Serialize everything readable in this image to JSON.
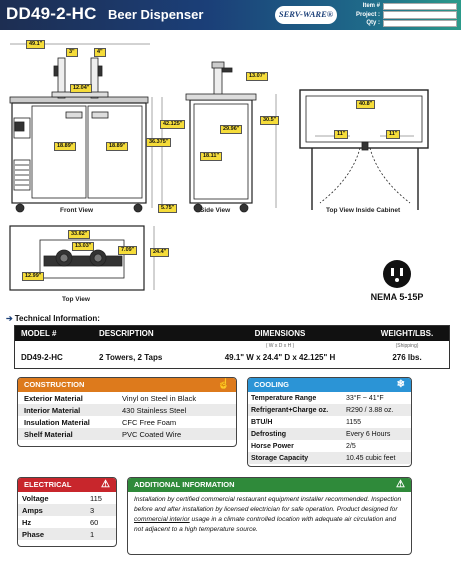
{
  "header": {
    "model": "DD49-2-HC",
    "product": "Beer Dispenser",
    "logo_text": "SERV-WARE®",
    "item_labels": [
      "Item #",
      "Project :",
      "Qty :"
    ]
  },
  "drawings": {
    "front_view": {
      "caption": "Front View",
      "dims": [
        "49.1\"",
        "3\"",
        "4\"",
        "12.04\"",
        "42.125\"",
        "36.375\"",
        "18.89\"",
        "18.89\"",
        "5.75\""
      ]
    },
    "side_view": {
      "caption": "Side View",
      "dims": [
        "13.07\"",
        "29.96\"",
        "18.11\"",
        "30.5\""
      ]
    },
    "top_inside": {
      "caption": "Top View Inside Cabinet",
      "dims": [
        "40.8\"",
        "11\"",
        "11\""
      ]
    },
    "top_view": {
      "caption": "Top View",
      "dims": [
        "33.62\"",
        "13.03\"",
        "12.99\"",
        "7.09\"",
        "24.4\""
      ]
    },
    "nema_label": "NEMA 5-15P"
  },
  "technical": {
    "heading": "Technical Information:",
    "columns": [
      "MODEL #",
      "DESCRIPTION",
      "DIMENSIONS",
      "WEIGHT/LBS."
    ],
    "subheaders": [
      "",
      "",
      "( W x D x H )",
      "(Shipping)"
    ],
    "row": [
      "DD49-2-HC",
      "2 Towers, 2 Taps",
      "49.1\" W x 24.4\" D x 42.125\" H",
      "276 lbs."
    ]
  },
  "construction": {
    "title": "CONSTRUCTION",
    "icon": "hand-icon",
    "rows": [
      {
        "k": "Exterior Material",
        "v": "Vinyl on Steel in Black"
      },
      {
        "k": "Interior Material",
        "v": "430 Stainless Steel"
      },
      {
        "k": "Insulation Material",
        "v": "CFC Free Foam"
      },
      {
        "k": "Shelf Material",
        "v": "PVC Coated Wire"
      }
    ]
  },
  "cooling": {
    "title": "COOLING",
    "icon": "snowflake-icon",
    "rows": [
      {
        "k": "Temperature Range",
        "v": "33°F ~ 41°F"
      },
      {
        "k": "Refrigerant+Charge oz.",
        "v": "R290 / 3.88 oz."
      },
      {
        "k": "BTU/H",
        "v": "1155"
      },
      {
        "k": "Defrosting",
        "v": "Every 6 Hours"
      },
      {
        "k": "Horse Power",
        "v": "2/5"
      },
      {
        "k": "Storage Capacity",
        "v": "10.45 cubic feet"
      }
    ]
  },
  "electrical": {
    "title": "ELECTRICAL",
    "icon": "warning-icon",
    "rows": [
      {
        "k": "Voltage",
        "v": "115"
      },
      {
        "k": "Amps",
        "v": "3"
      },
      {
        "k": "Hz",
        "v": "60"
      },
      {
        "k": "Phase",
        "v": "1"
      }
    ]
  },
  "additional": {
    "title": "ADDITIONAL INFORMATION",
    "icon": "warning-icon",
    "text_1": "Installation by certified commercial restaurant equipment installer recommended. Inspection before and after installation by licensed electrician for safe operation. Product designed for ",
    "text_underline": "commercial interior",
    "text_2": " usage in a climate controlled location with adequate air circulation and not adjacent to a high temperature source."
  },
  "colors": {
    "header_start": "#1d2e52",
    "header_end": "#2b9a8a",
    "construction": "#dd7a1c",
    "cooling": "#2b94d6",
    "electrical": "#c8262c",
    "additional": "#2f8a3a",
    "dimension_label": "#f5dc3a"
  }
}
